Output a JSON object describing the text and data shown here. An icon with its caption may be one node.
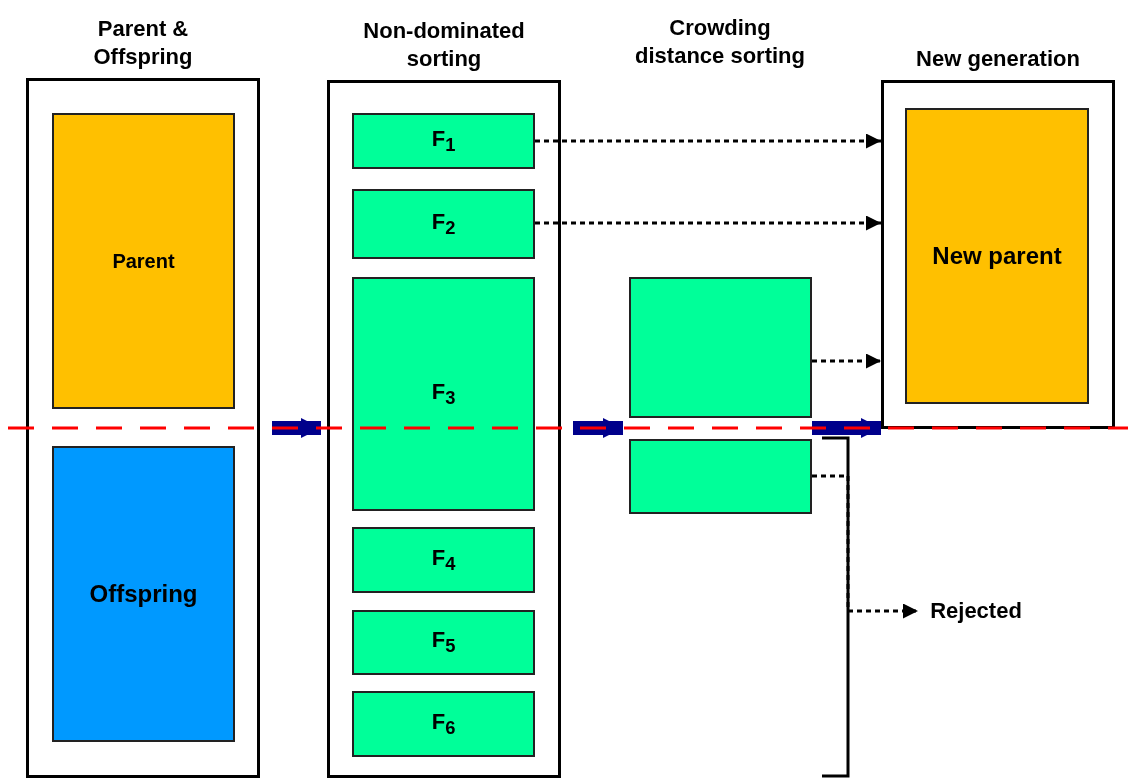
{
  "diagram": {
    "nodes": [
      {
        "text": [
          "Parent & Offspring"
        ]
      },
      {
        "text": [
          "Parent"
        ],
        "in": 0
      },
      {
        "text": [
          "Offspring"
        ],
        "in": 0
      },
      {
        "text": [
          "Non-dominated sorting"
        ]
      },
      {
        "text": [
          "F$_{1}$"
        ],
        "in": 3
      },
      {
        "text": [
          "F$_{2}$"
        ],
        "in": 3
      },
      {
        "text": [
          "F$_{3}$"
        ],
        "in": 3
      },
      {
        "text": [
          "F$_{4}$"
        ],
        "in": 3
      },
      {
        "text": [
          "F$_{5}$"
        ],
        "in": 3
      },
      {
        "text": [
          "F$_{6}$"
        ],
        "in": 3
      },
      {
        "text": [],
        "shape": "box"
      },
      {
        "text": [],
        "shape": "box"
      },
      {
        "text": [
          "New generation"
        ]
      },
      {
        "text": [
          "New parent"
        ],
        "in": 12
      },
      {
        "text": [
          "Rejected"
        ]
      }
    ],
    "edges": [
      {
        "from": 0,
        "to": 3,
        "arrow": "to",
        "style": "thick",
        "color": "#00008b"
      },
      {
        "from": 3,
        "to": 10,
        "arrow": "to",
        "style": "thick",
        "color": "#00008b"
      },
      {
        "from": 11,
        "to": 12,
        "arrow": "to",
        "style": "thick",
        "color": "#00008b"
      },
      {
        "from": 4,
        "to": 12,
        "arrow": "to",
        "style": "dashed"
      },
      {
        "from": 5,
        "to": 12,
        "arrow": "to",
        "style": "dashed"
      },
      {
        "from": 10,
        "to": 12,
        "arrow": "to",
        "style": "dashed"
      },
      {
        "from": 11,
        "to": 14,
        "arrow": "to",
        "style": "dashed"
      }
    ],
    "labels": [
      "Crowding distance sorting"
    ]
  }
}
